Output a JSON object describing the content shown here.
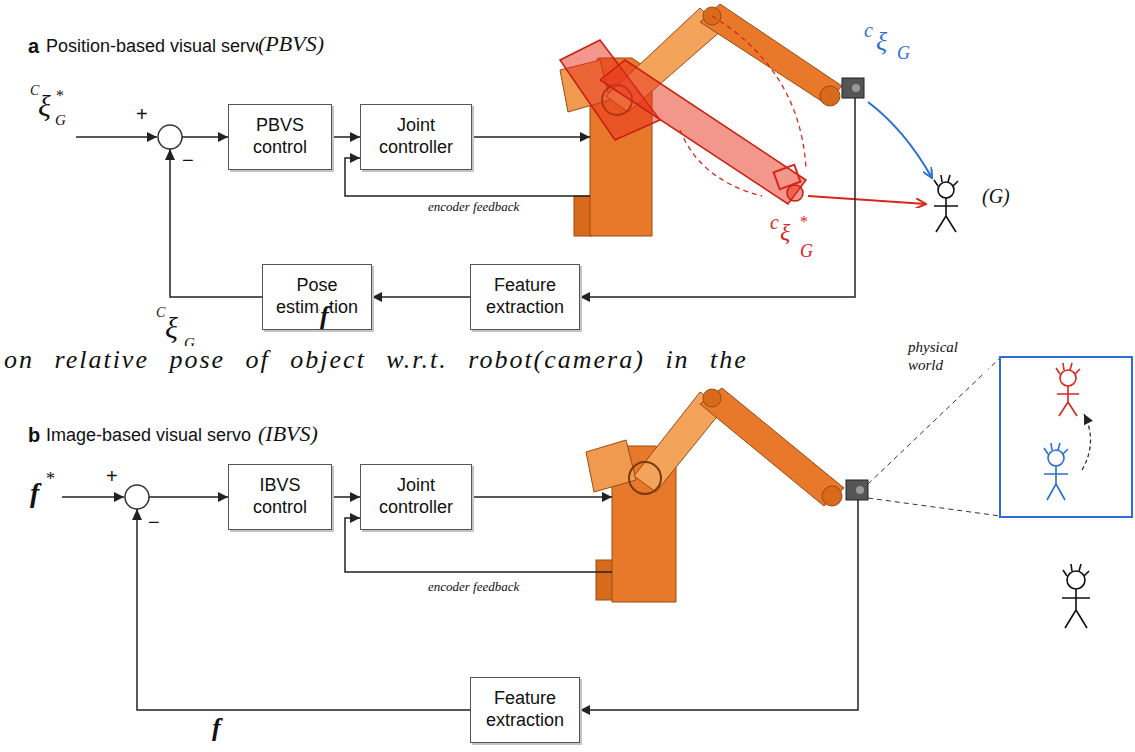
{
  "diagram": {
    "nodes": [
      {
        "text": [
          "PBVS control"
        ]
      },
      {
        "text": [
          "Joint controller"
        ]
      },
      {
        "text": [
          "Pose estimation"
        ]
      },
      {
        "text": [
          "Feature extraction"
        ]
      },
      {
        "text": [
          "IBVS control"
        ]
      },
      {
        "text": [
          "Joint controller"
        ]
      },
      {
        "text": [
          "Feature extraction"
        ]
      }
    ],
    "edges": [
      {
        "from": 0,
        "to": 1,
        "arrow": "to"
      },
      {
        "from": 3,
        "to": 2,
        "arrow": "to",
        "label": "f"
      },
      {
        "from": 2,
        "to": 0,
        "arrow": "to"
      },
      {
        "from": 4,
        "to": 5,
        "arrow": "to"
      },
      {
        "from": 6,
        "to": 4,
        "arrow": "to",
        "label": "f"
      }
    ],
    "labels": [
      "a",
      "Position-based visual servo",
      "(PBVS)",
      "C",
      "ξ",
      "*",
      "G",
      "+",
      "−",
      "encoder feedback",
      "C",
      "ξ",
      "G",
      "c",
      "ξ",
      "G",
      "(G)",
      "c",
      "ξ",
      "*",
      "G",
      "on relative pose of object w.r.t. robot(camera) in the",
      "physical world",
      "b",
      "Image-based visual servo",
      "(IBVS)",
      "f",
      "*",
      "+",
      "−",
      "encoder feedback"
    ]
  }
}
